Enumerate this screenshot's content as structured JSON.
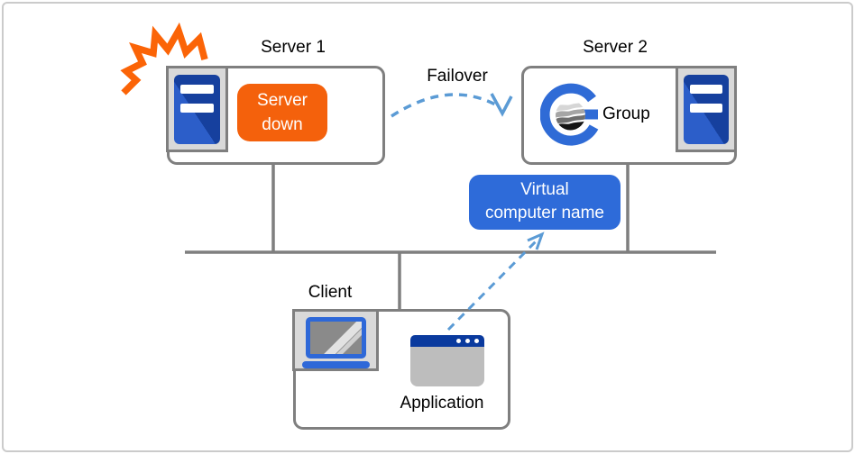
{
  "diagram_title": "Failover to virtual computer name diagram",
  "server1": {
    "title": "Server 1",
    "status": {
      "line1": "Server",
      "line2": "down"
    },
    "icon": "server-tower-icon",
    "crash_icon": "crash-burst-icon"
  },
  "server2": {
    "title": "Server 2",
    "group_label": "Group",
    "group_icon": "cluster-group-icon",
    "icon": "server-tower-icon"
  },
  "failover": {
    "label": "Failover",
    "arrow_icon": "dashed-curved-arrow-icon"
  },
  "virtual_computer_name": {
    "line1": "Virtual",
    "line2": "computer name"
  },
  "client": {
    "title": "Client",
    "application_label": "Application",
    "laptop_icon": "laptop-icon",
    "application_icon": "app-window-icon",
    "access_arrow_icon": "dashed-arrow-icon"
  },
  "colors": {
    "status_orange": "#f4610c",
    "crash_orange": "#fb6407",
    "virtual_box_blue": "#2e6bd9",
    "server_icon_blue": "#16409e",
    "titlebar_blue": "#0a3a9e",
    "laptop_blue": "#2e68d8",
    "arrow_blue": "#5b9bd5",
    "line_gray": "#7f7f7f",
    "frame_gray": "#d9d9d9"
  }
}
